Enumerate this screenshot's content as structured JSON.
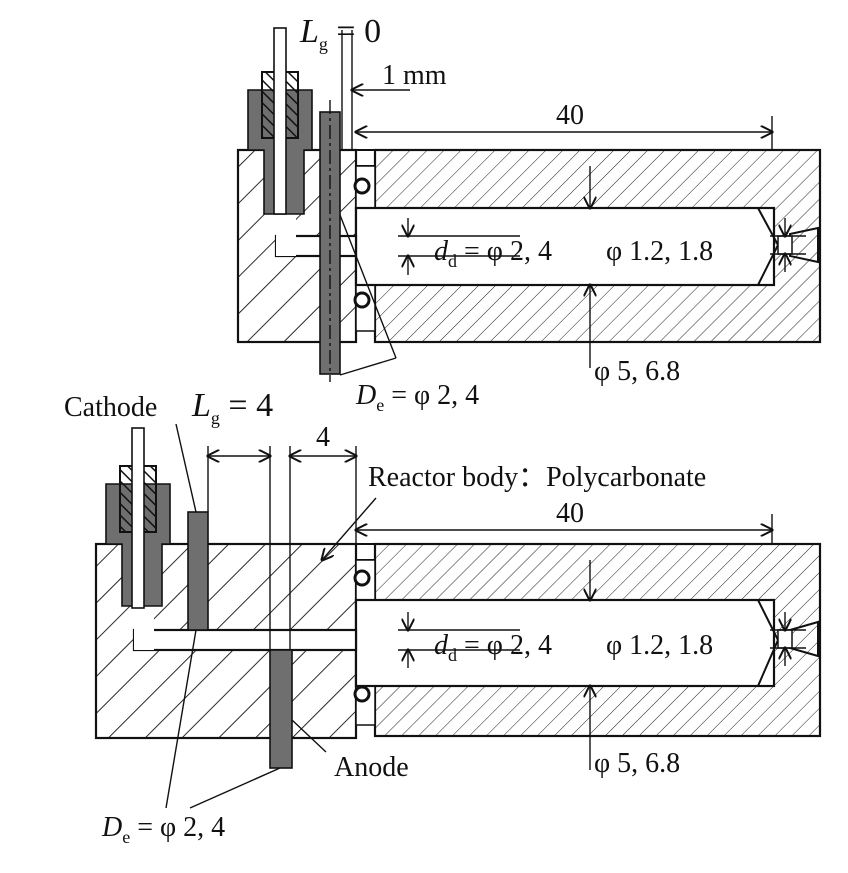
{
  "top": {
    "lg_var": "L",
    "lg_sub": "g",
    "lg_val": " = 0",
    "gap_label": "1 mm",
    "length_label": "40",
    "dd_var": "d",
    "dd_sub": "d",
    "dd_val": " = φ 2, 4",
    "inner_label": "φ 1.2, 1.8",
    "outer_label": "φ 5, 6.8",
    "de_var": "D",
    "de_sub": "e",
    "de_val": " = φ 2, 4"
  },
  "bottom": {
    "cathode_label": "Cathode",
    "lg_var": "L",
    "lg_sub": "g",
    "lg_val": " = 4",
    "gap_label": "4",
    "body_label": "Reactor body：Polycarbonate",
    "length_label": "40",
    "dd_var": "d",
    "dd_sub": "d",
    "dd_val": " = φ 2, 4",
    "inner_label": "φ 1.2, 1.8",
    "anode_label": "Anode",
    "outer_label": "φ 5, 6.8",
    "de_var": "D",
    "de_sub": "e",
    "de_val": " = φ 2, 4"
  }
}
